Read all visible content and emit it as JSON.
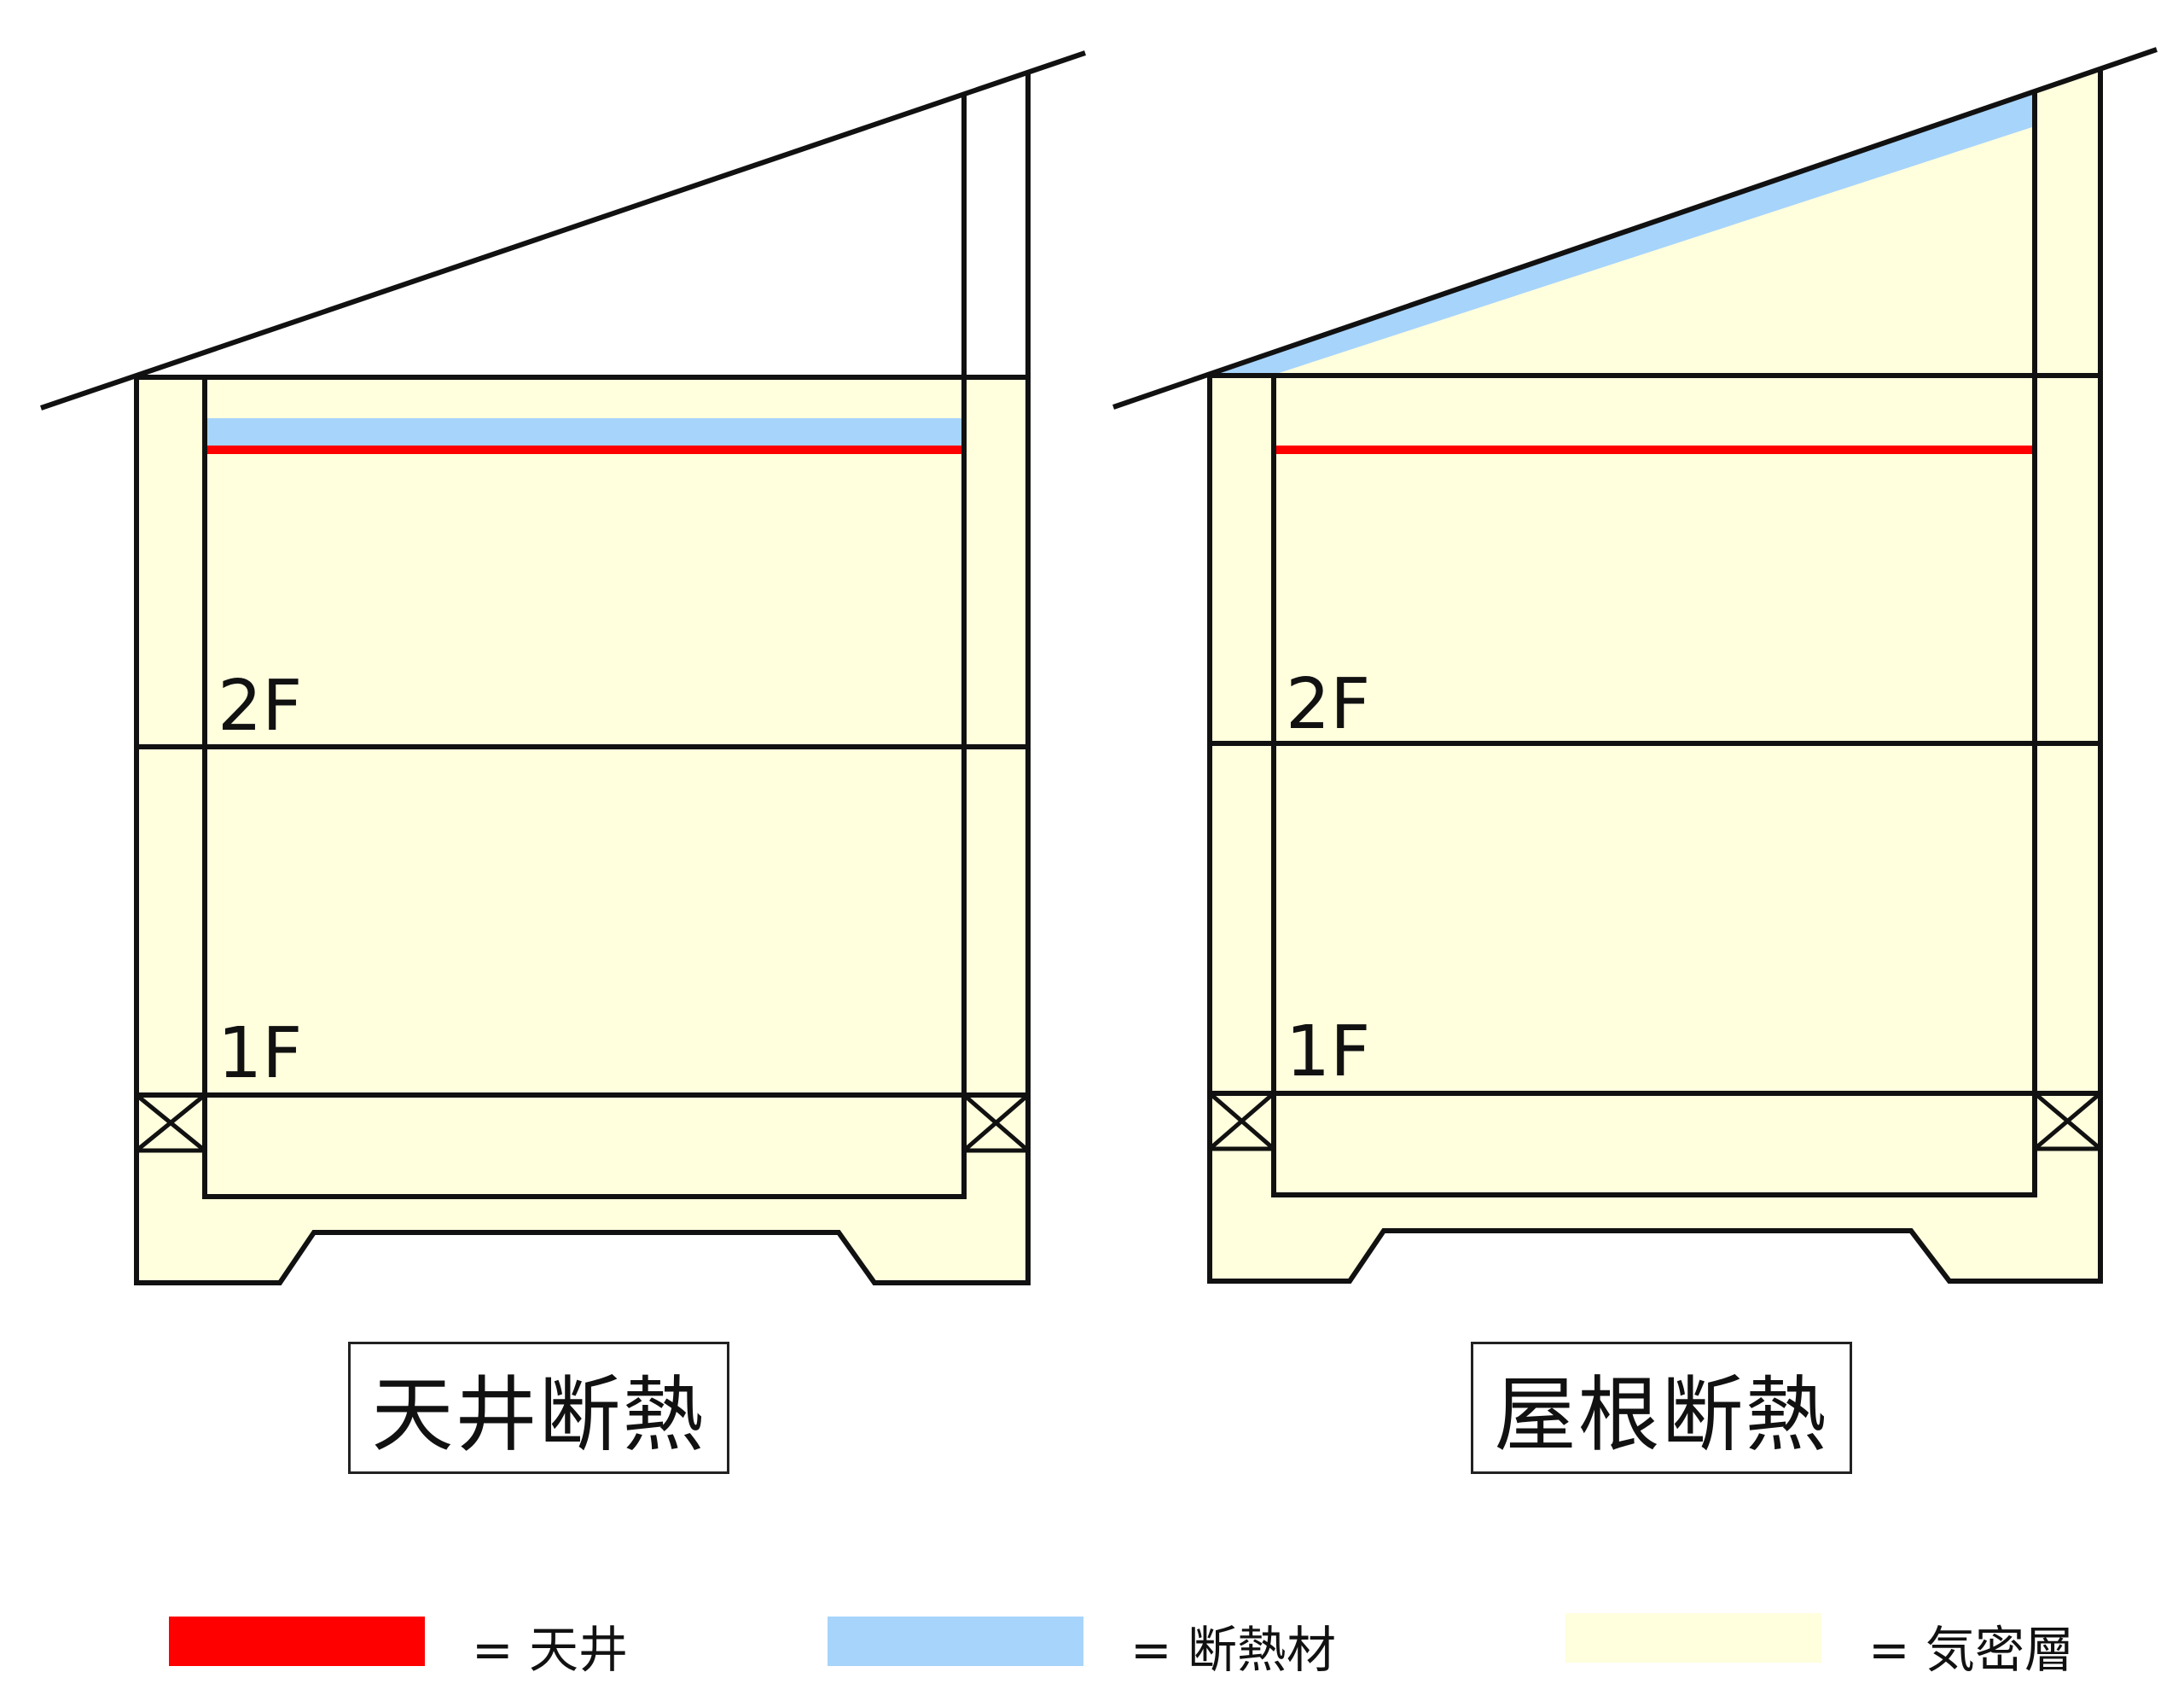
{
  "colors": {
    "ceiling": "#ff0000",
    "insulation": "#a7d4fb",
    "airtight": "#fffedd",
    "line": "#111111"
  },
  "left_diagram": {
    "floor_upper": "2F",
    "floor_lower": "1F",
    "caption": "天井断熱"
  },
  "right_diagram": {
    "floor_upper": "2F",
    "floor_lower": "1F",
    "caption": "屋根断熱"
  },
  "legend": [
    {
      "label": "= 天井",
      "color_key": "ceiling"
    },
    {
      "label": "= 断熱材",
      "color_key": "insulation"
    },
    {
      "label": "= 気密層",
      "color_key": "airtight"
    }
  ]
}
